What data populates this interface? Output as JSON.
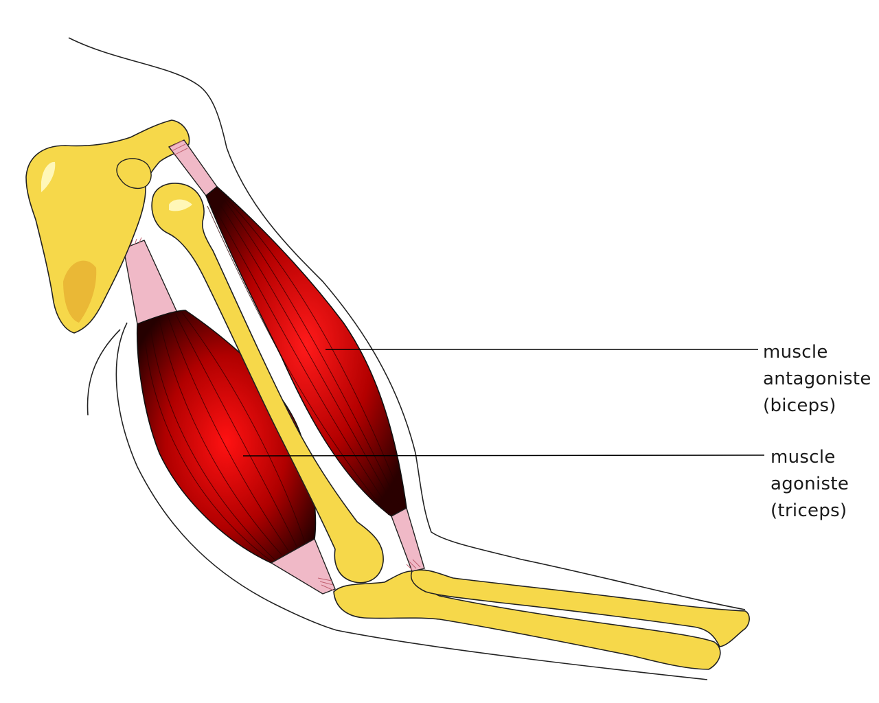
{
  "labels": {
    "antagonist": {
      "line1": "muscle",
      "line2": "antagoniste",
      "line3": "(biceps)"
    },
    "agonist": {
      "line1": "muscle",
      "line2": "agoniste",
      "line3": "(triceps)"
    }
  },
  "colors": {
    "bone": "#f6d84a",
    "bone_shadow": "#eab836",
    "bone_highlight": "#fff7b8",
    "muscle_center": "#ff1a1a",
    "muscle_mid": "#b00000",
    "muscle_edge": "#3a0000",
    "tendon": "#f0b9c7",
    "outline": "#111111",
    "leader_line": "#000000"
  }
}
